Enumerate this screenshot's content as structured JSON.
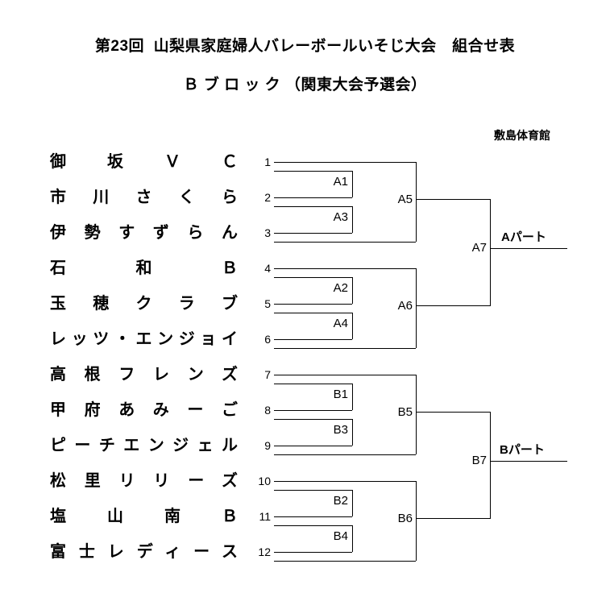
{
  "header": {
    "title": "第23回  山梨県家庭婦人バレーボールいそじ大会　組合せ表",
    "subtitle": "Ｂ ブ ロ ッ ク （関東大会予選会）",
    "venue": "敷島体育館"
  },
  "teams": [
    {
      "no": "1",
      "name": "御坂ＶＣ"
    },
    {
      "no": "2",
      "name": "市川さくら"
    },
    {
      "no": "3",
      "name": "伊勢すずらん"
    },
    {
      "no": "4",
      "name": "石和Ｂ"
    },
    {
      "no": "5",
      "name": "玉穂クラブ"
    },
    {
      "no": "6",
      "name": "レッツ・エンジョイ"
    },
    {
      "no": "7",
      "name": "高根フレンズ"
    },
    {
      "no": "8",
      "name": "甲府あみーご"
    },
    {
      "no": "9",
      "name": "ピーチエンジェル"
    },
    {
      "no": "10",
      "name": "松里リリーズ"
    },
    {
      "no": "11",
      "name": "塩山南Ｂ"
    },
    {
      "no": "12",
      "name": "富士レディース"
    }
  ],
  "matches": {
    "a1": "A1",
    "a2": "A2",
    "a3": "A3",
    "a4": "A4",
    "a5": "A5",
    "a6": "A6",
    "a7": "A7",
    "b1": "B1",
    "b2": "B2",
    "b3": "B3",
    "b4": "B4",
    "b5": "B5",
    "b6": "B6",
    "b7": "B7"
  },
  "parts": {
    "a": "Aパート",
    "b": "Bパート"
  },
  "colors": {
    "line": "#000000",
    "text": "#000000",
    "background": "#ffffff"
  }
}
